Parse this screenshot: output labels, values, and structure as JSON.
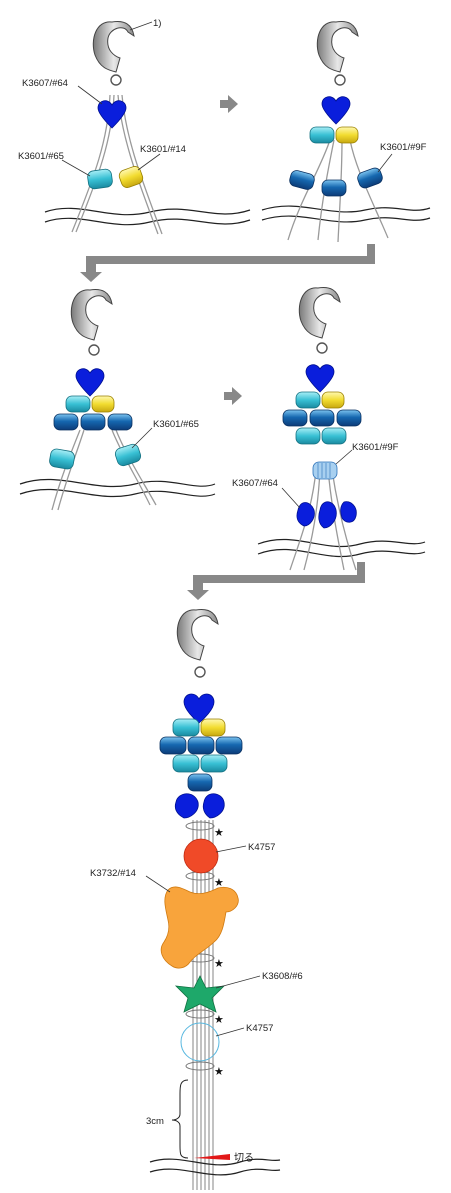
{
  "step_number": "1)",
  "labels": {
    "p1_heart": "K3607/#64",
    "p1_left": "K3601/#65",
    "p1_right": "K3601/#14",
    "p2_right": "K3601/#9F",
    "p3_right": "K3601/#65",
    "p4_mid": "K3601/#9F",
    "p4_left": "K3607/#64",
    "p5_red": "K4757",
    "p5_orange": "K3732/#14",
    "p5_green": "K3608/#6",
    "p5_clear": "K4757",
    "measure": "3cm",
    "cut": "切る"
  },
  "stars": [
    "★",
    "★",
    "★",
    "★",
    "★"
  ],
  "colors": {
    "heart": "#0a1edc",
    "cyan": "#38c0d4",
    "yellow": "#f2dc30",
    "blue": "#1668b0",
    "red": "#f04a28",
    "orange": "#f8a43c",
    "green": "#1ea86a",
    "clear": "#58b8e0",
    "arrow": "#888888",
    "wire": "#9a9a9a"
  }
}
